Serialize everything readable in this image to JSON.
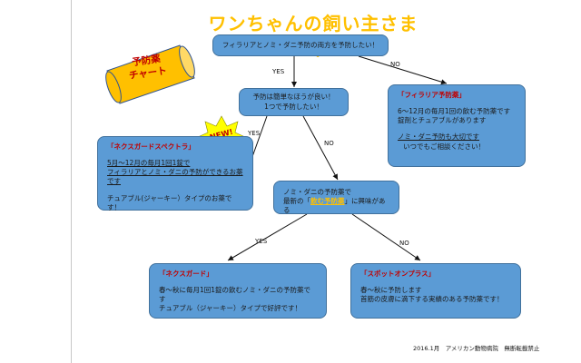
{
  "title": "ワンちゃんの飼い主さまへ！",
  "scroll_label": [
    "予防薬",
    "チャート"
  ],
  "new_badge": "NEW!",
  "start": "フィラリアとノミ・ダニ予防の両方を予防したい！",
  "q_easy": [
    "予防は簡単なほうが良い！",
    "1つで予防したい！"
  ],
  "q_oral": {
    "line1": "ノミ・ダニの予防薬で",
    "prefix": "最新の「",
    "highlight": "飲む予防薬",
    "suffix": "」に興味がある"
  },
  "spectra": {
    "title": "「ネクスガードスペクトラ」",
    "lines": [
      "5月～12月の毎月1回1錠で",
      "フィラリアとノミ・ダニの予防ができるお薬です"
    ],
    "note": "チュアブル(ジャーキー）タイプのお薬です！"
  },
  "filaria": {
    "title": "「フィラリア予防薬」",
    "lines": [
      "6～12月の毎月1回の飲む予防薬です",
      "錠剤とチュアブルがあります"
    ],
    "note_underlined": "ノミ・ダニ予防も大切です",
    "note": "いつでもご相談ください！"
  },
  "nexgard": {
    "title": "「ネクスガード」",
    "lines": [
      "春～秋に毎月1回1錠の飲むノミ・ダニの予防薬です",
      "チュアブル（ジャーキー）タイプで好評です！"
    ]
  },
  "spot": {
    "title": "「スポットオンプラス」",
    "lines": [
      "春～秋に予防します",
      "首筋の皮膚に滴下する実績のある予防薬です！"
    ]
  },
  "edge_labels": {
    "yes1": "YES",
    "no1": "NO",
    "yes2": "YES",
    "no2": "NO",
    "yes3": "YES",
    "no3": "NO"
  },
  "footer": "2016.1月　アメリカン動物病院　無断転載禁止",
  "colors": {
    "box_fill": "#5b9bd5",
    "box_border": "#41719c",
    "title": "#ffc000",
    "accent_red": "#c00000",
    "scroll_fill": "#ffc000",
    "burst_fill": "#ffff00"
  }
}
